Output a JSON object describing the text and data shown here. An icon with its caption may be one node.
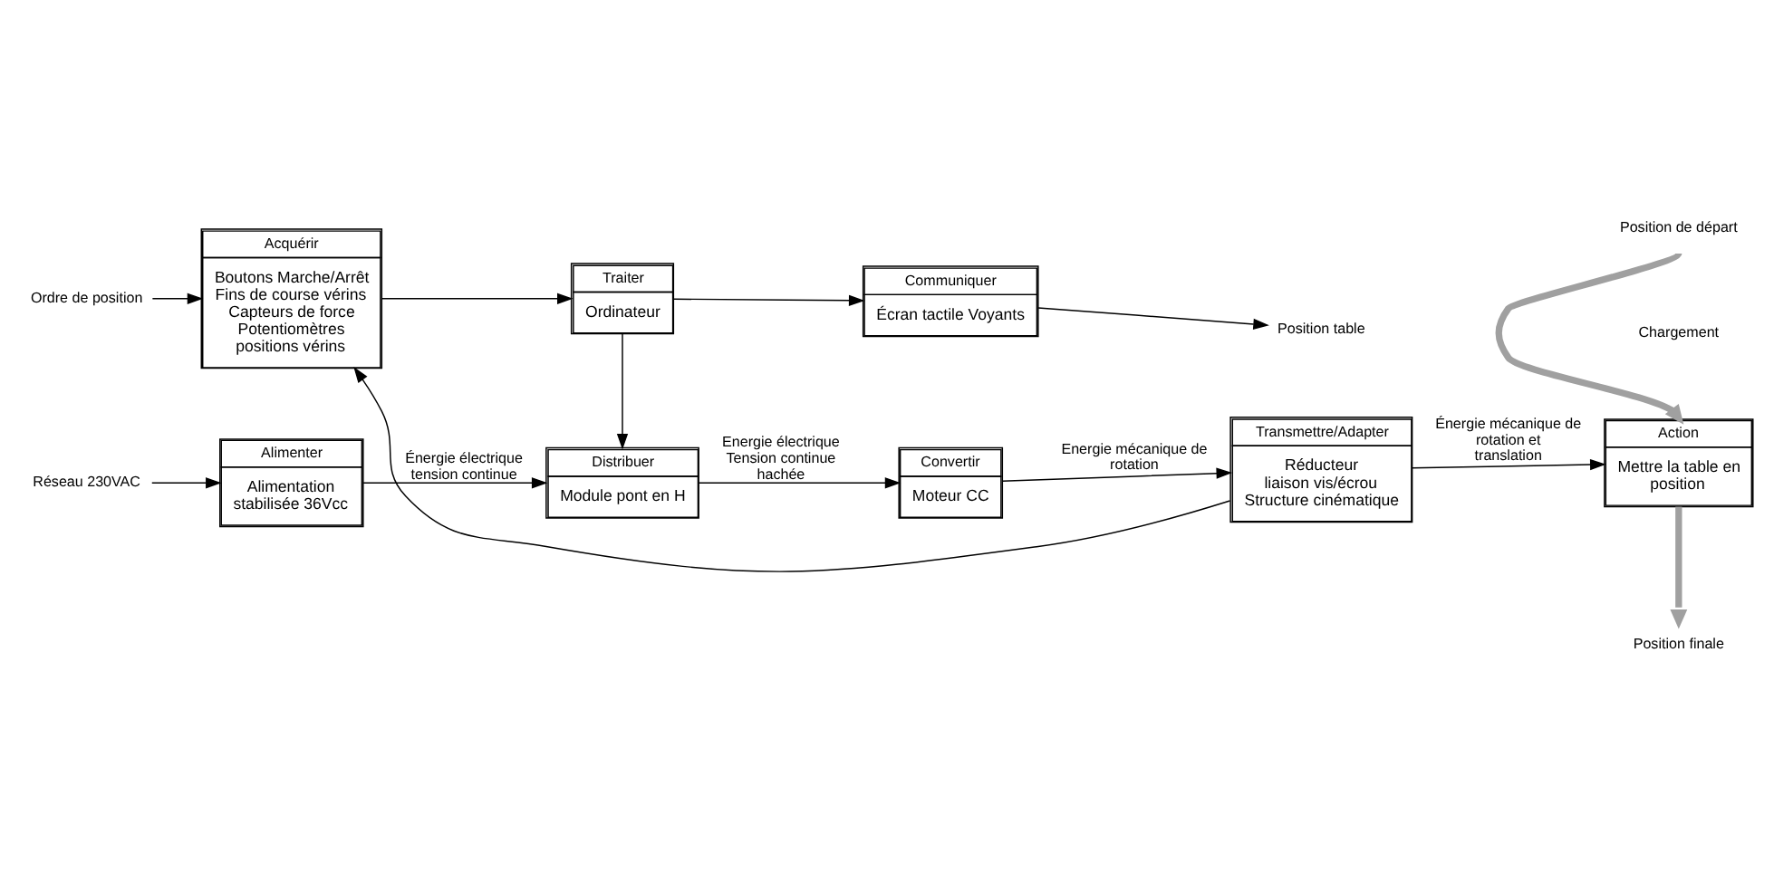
{
  "diagram": {
    "nodes": [
      {
        "text": [
          "Acquérir",
          "Boutons Marche/Arrêt Fins de course vérins Capteurs de force",
          "Potentiomètres positions vérins"
        ]
      },
      {
        "text": [
          "Traiter",
          "Ordinateur"
        ]
      },
      {
        "text": [
          "Communiquer",
          "Écran tactile Voyants"
        ]
      },
      {
        "text": [
          "Alimenter",
          "Alimentation stabilisée 36Vcc"
        ]
      },
      {
        "text": [
          "Distribuer",
          "Module pont en H"
        ]
      },
      {
        "text": [
          "Convertir",
          "Moteur CC"
        ]
      },
      {
        "text": [
          "Transmettre/Adapter",
          "Réducteur",
          "liaison vis/écrou Structure cinématique"
        ]
      },
      {
        "text": [
          "Action",
          "Mettre la table en position"
        ]
      },
      {
        "text": [
          "Ordre de position"
        ]
      },
      {
        "text": [
          "Position table"
        ]
      },
      {
        "text": [
          "Réseau 230VAC"
        ]
      },
      {
        "text": [
          "Position de départ"
        ]
      },
      {
        "text": [
          "Position finale"
        ]
      }
    ],
    "edges": [
      {
        "from": 8,
        "to": 0,
        "arrow": "to"
      },
      {
        "from": 0,
        "to": 1,
        "arrow": "to"
      },
      {
        "from": 1,
        "to": 2,
        "arrow": "to"
      },
      {
        "from": 2,
        "to": 9,
        "arrow": "to"
      },
      {
        "from": 1,
        "to": 4,
        "arrow": "to"
      },
      {
        "from": 6,
        "to": 0,
        "arrow": "to"
      },
      {
        "from": 10,
        "to": 3,
        "arrow": "to"
      },
      {
        "from": 3,
        "to": 4,
        "arrow": "to",
        "label": "Énergie électrique tension continue"
      },
      {
        "from": 4,
        "to": 5,
        "arrow": "to",
        "label": "Energie électrique Tension continue hachée"
      },
      {
        "from": 5,
        "to": 6,
        "arrow": "to",
        "label": "Energie mécanique de rotation"
      },
      {
        "from": 6,
        "to": 7,
        "arrow": "to",
        "label": "Énergie mécanique de rotation et translation"
      },
      {
        "from": 11,
        "to": 7,
        "arrow": "to",
        "style": "thick",
        "color": "#a0a0a0"
      },
      {
        "from": 7,
        "to": 12,
        "arrow": "to",
        "style": "thick",
        "color": "#a0a0a0"
      }
    ],
    "labels": [
      "Chargement"
    ]
  }
}
